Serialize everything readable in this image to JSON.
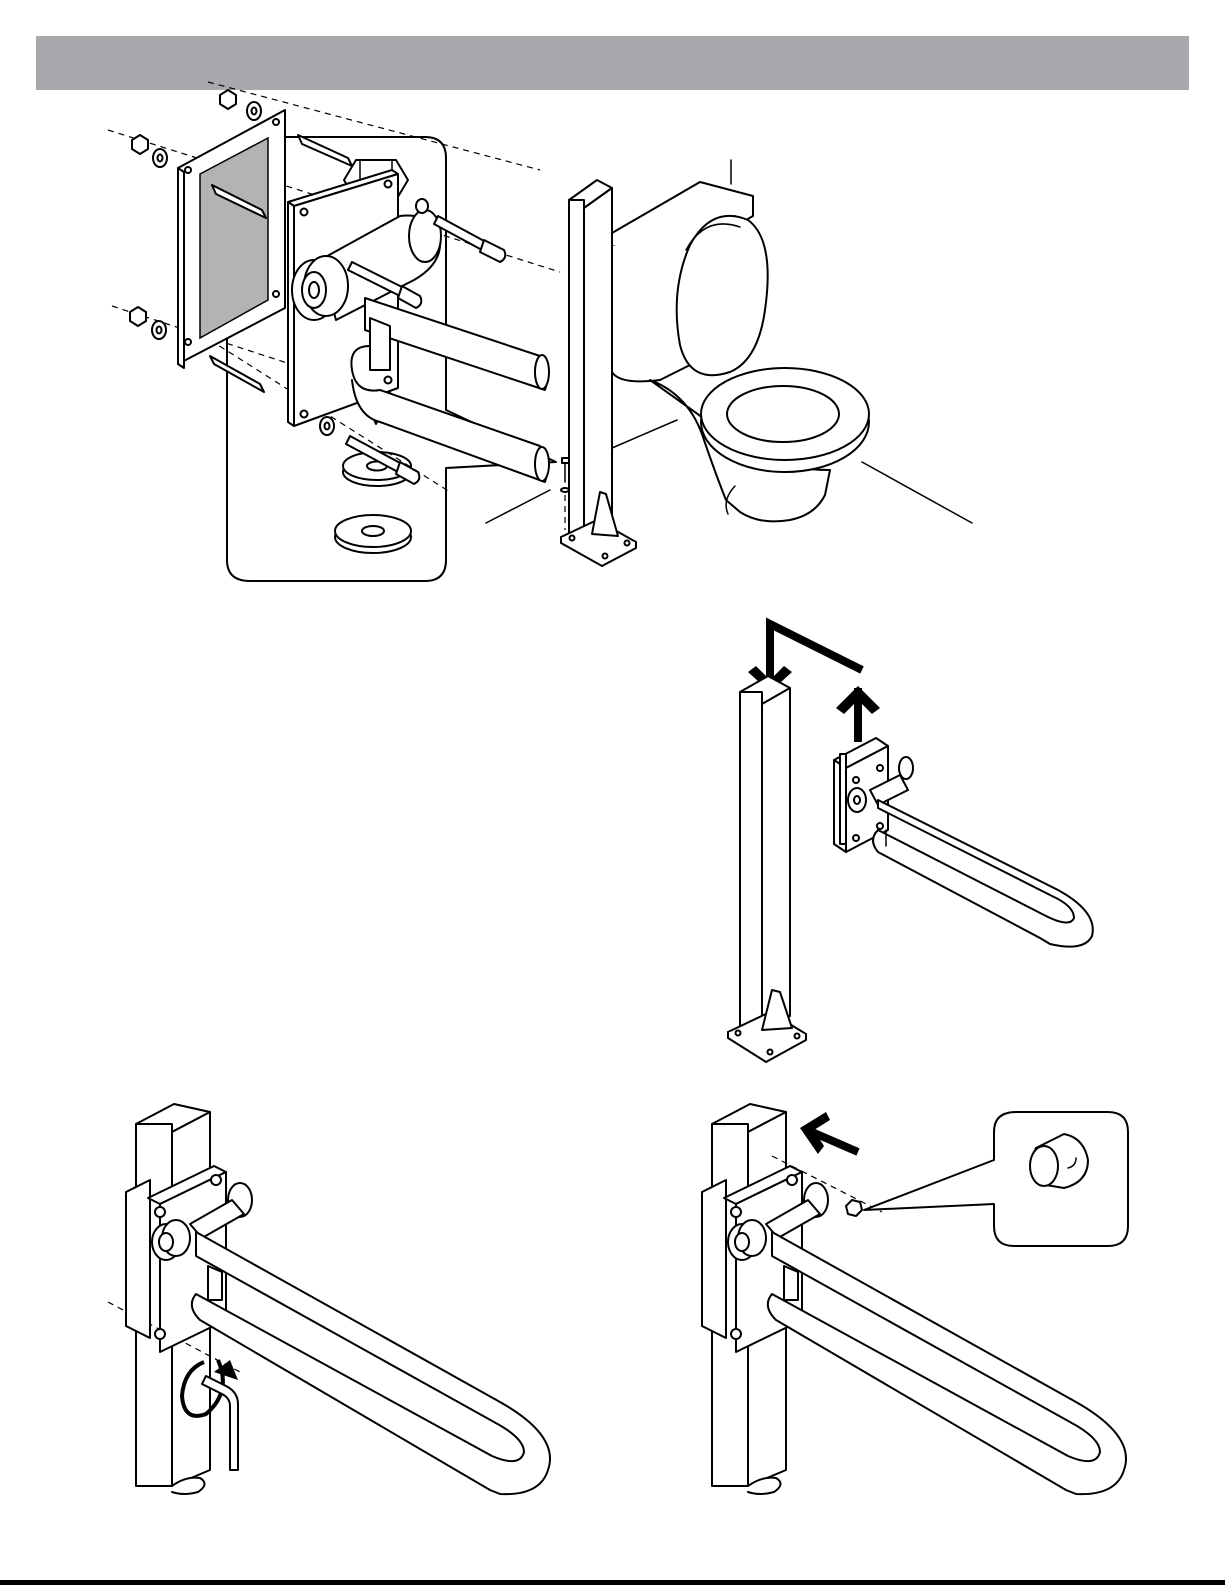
{
  "page": {
    "header_color": "#a7a9ac",
    "steps": [
      {
        "id": "post-anchor",
        "icon": "floor-post-anchor-icon"
      },
      {
        "id": "bracket-exploded",
        "icon": "bracket-exploded-view-icon"
      },
      {
        "id": "mount-on-post",
        "icon": "lift-onto-post-icon"
      },
      {
        "id": "tighten-set-screw",
        "icon": "hex-key-tighten-icon"
      },
      {
        "id": "insert-cap",
        "icon": "plug-cap-icon"
      }
    ]
  }
}
